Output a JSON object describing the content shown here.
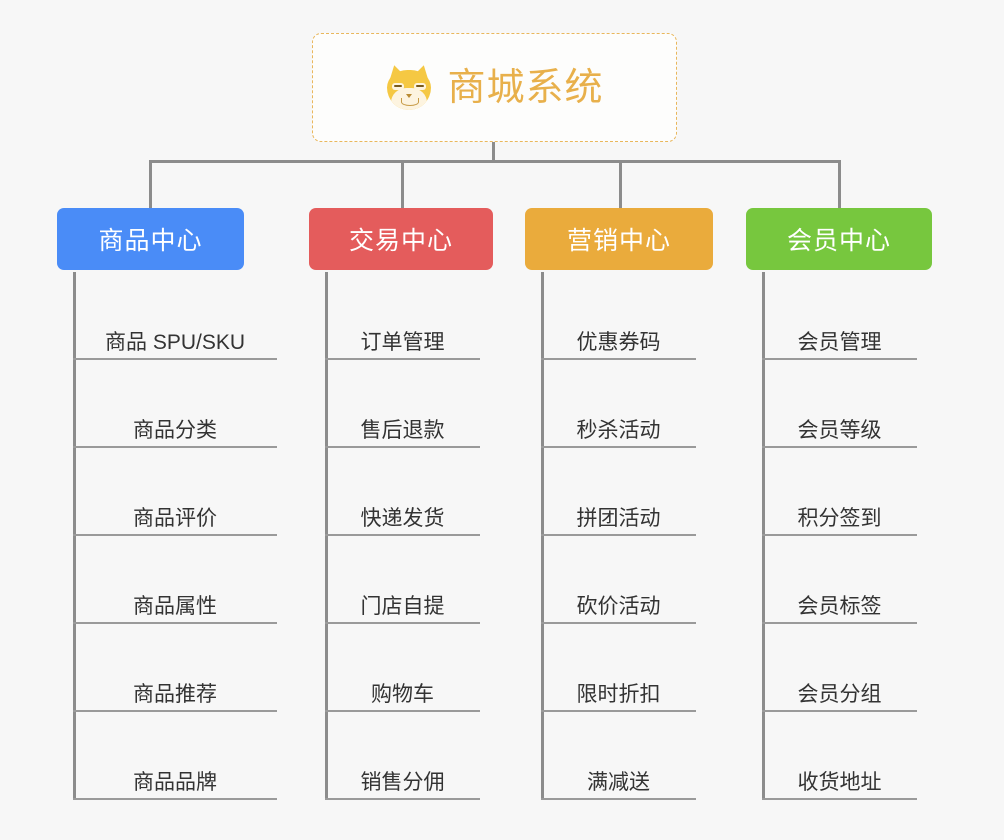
{
  "root": {
    "title": "商城系统",
    "icon": "shiba-dog-icon",
    "border_color": "#e9b75c",
    "text_color": "#e8b04b"
  },
  "theme": {
    "background": "#f7f7f7",
    "connector_color": "#8c8c8c",
    "leaf_rule_color": "#9a9a9a",
    "leaf_text_color": "#333333"
  },
  "columns": [
    {
      "id": "product-center",
      "label": "商品中心",
      "color": "#4a8cf7",
      "items": [
        {
          "label": "商品 SPU/SKU"
        },
        {
          "label": "商品分类"
        },
        {
          "label": "商品评价"
        },
        {
          "label": "商品属性"
        },
        {
          "label": "商品推荐"
        },
        {
          "label": "商品品牌"
        }
      ]
    },
    {
      "id": "trade-center",
      "label": "交易中心",
      "color": "#e45c5c",
      "items": [
        {
          "label": "订单管理"
        },
        {
          "label": "售后退款"
        },
        {
          "label": "快递发货"
        },
        {
          "label": "门店自提"
        },
        {
          "label": "购物车"
        },
        {
          "label": "销售分佣"
        }
      ]
    },
    {
      "id": "marketing-center",
      "label": "营销中心",
      "color": "#eaab3c",
      "items": [
        {
          "label": "优惠券码"
        },
        {
          "label": "秒杀活动"
        },
        {
          "label": "拼团活动"
        },
        {
          "label": "砍价活动"
        },
        {
          "label": "限时折扣"
        },
        {
          "label": "满减送"
        }
      ]
    },
    {
      "id": "member-center",
      "label": "会员中心",
      "color": "#77c73e",
      "items": [
        {
          "label": "会员管理"
        },
        {
          "label": "会员等级"
        },
        {
          "label": "积分签到"
        },
        {
          "label": "会员标签"
        },
        {
          "label": "会员分组"
        },
        {
          "label": "收货地址"
        }
      ]
    }
  ]
}
